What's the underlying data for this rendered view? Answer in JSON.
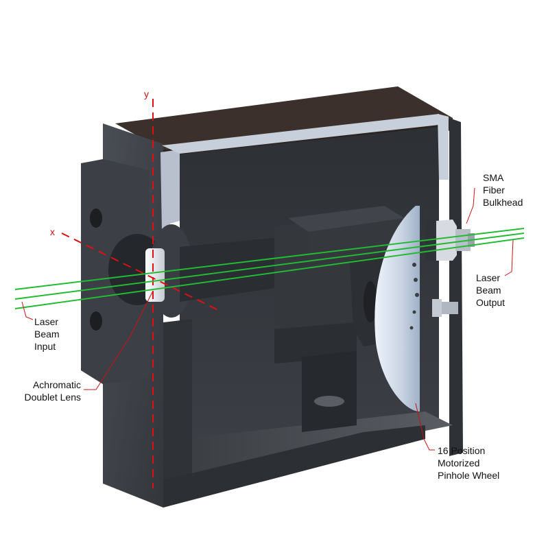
{
  "axes": {
    "x_label": "x",
    "y_label": "y"
  },
  "callouts": {
    "input": {
      "lines": [
        "Laser",
        "Beam",
        "Input"
      ]
    },
    "lens": {
      "lines": [
        "Achromatic",
        "Doublet Lens"
      ]
    },
    "sma": {
      "lines": [
        "SMA",
        "Fiber",
        "Bulkhead"
      ]
    },
    "output": {
      "lines": [
        "Laser",
        "Beam",
        "Output"
      ]
    },
    "wheel": {
      "lines": [
        "16 Position",
        "Motorized",
        "Pinhole Wheel"
      ]
    }
  },
  "colors": {
    "housing": "#3b3f45",
    "housing_dark": "#2a2d31",
    "housing_light": "#4c5057",
    "lid": "#3a2f2c",
    "beam": "#22bb33",
    "axis": "#dd1111",
    "disc": "#c8d3e2"
  }
}
